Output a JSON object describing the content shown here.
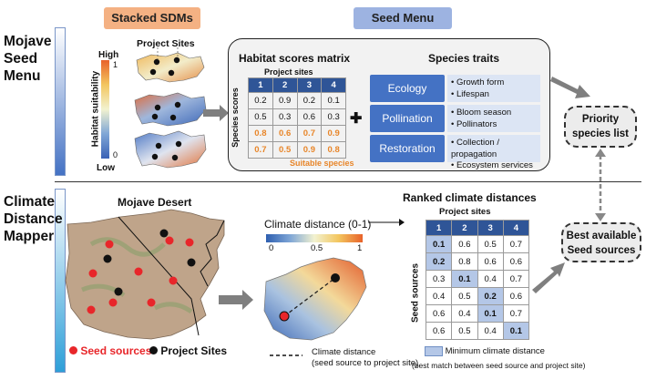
{
  "sections": {
    "top_title": "Mojave Seed Menu",
    "top_lines": [
      "Mojave",
      "Seed",
      "Menu"
    ],
    "bottom_lines": [
      "Climate",
      "Distance",
      "Mapper"
    ]
  },
  "headers": {
    "stacked_sdms": "Stacked SDMs",
    "seed_menu": "Seed Menu"
  },
  "sdm": {
    "project_sites_label": "Project Sites",
    "legend_title": "Habitat suitability",
    "legend_high": "High",
    "legend_low": "Low",
    "legend_max": "1",
    "legend_min": "0"
  },
  "habitat_matrix": {
    "title": "Habitat scores matrix",
    "col_label": "Project sites",
    "row_label": "Species scores",
    "columns": [
      "1",
      "2",
      "3",
      "4"
    ],
    "rows": [
      [
        "0.2",
        "0.9",
        "0.2",
        "0.1"
      ],
      [
        "0.5",
        "0.3",
        "0.6",
        "0.3"
      ],
      [
        "0.8",
        "0.6",
        "0.7",
        "0.9"
      ],
      [
        "0.7",
        "0.5",
        "0.9",
        "0.8"
      ]
    ],
    "suitable_rows": [
      2,
      3
    ],
    "suitable_label": "Suitable species",
    "suitable_color": "#e8862a"
  },
  "plus": "✚",
  "species_traits": {
    "title": "Species traits",
    "categories": [
      {
        "name": "Ecology",
        "items": [
          "Growth form",
          "Lifespan"
        ]
      },
      {
        "name": "Pollination",
        "items": [
          "Bloom season",
          "Pollinators"
        ]
      },
      {
        "name": "Restoration",
        "items": [
          "Collection / propagation",
          "Ecosystem services"
        ]
      }
    ]
  },
  "outputs": {
    "priority": [
      "Priority",
      "species list"
    ],
    "best": [
      "Best available",
      "Seed sources"
    ]
  },
  "bullet": "•",
  "mojave": {
    "title": "Mojave Desert",
    "legend_seed": "Seed sources",
    "legend_project": "Project Sites",
    "seed_color": "#e8262a",
    "project_color": "#111111"
  },
  "climate": {
    "title": "Climate distance (0-1)",
    "ticks": [
      "0",
      "0.5",
      "1"
    ],
    "line_label_1": "Climate distance",
    "line_label_2": "(seed source to project site)"
  },
  "ranked": {
    "title": "Ranked climate distances",
    "col_label": "Project sites",
    "row_label": "Seed sources",
    "columns": [
      "1",
      "2",
      "3",
      "4"
    ],
    "rows": [
      [
        "0.1",
        "0.6",
        "0.5",
        "0.7"
      ],
      [
        "0.2",
        "0.8",
        "0.6",
        "0.6"
      ],
      [
        "0.3",
        "0.1",
        "0.4",
        "0.7"
      ],
      [
        "0.4",
        "0.5",
        "0.2",
        "0.6"
      ],
      [
        "0.6",
        "0.4",
        "0.1",
        "0.7"
      ],
      [
        "0.6",
        "0.5",
        "0.4",
        "0.1"
      ]
    ],
    "highlight": [
      [
        0,
        0
      ],
      [
        1,
        0
      ],
      [
        2,
        1
      ],
      [
        3,
        2
      ],
      [
        4,
        2
      ],
      [
        5,
        3
      ]
    ],
    "highlight_color": "#b4c7e7",
    "min_label": "Minimum climate distance",
    "best_match_label": "(best match between seed source and project site)"
  }
}
